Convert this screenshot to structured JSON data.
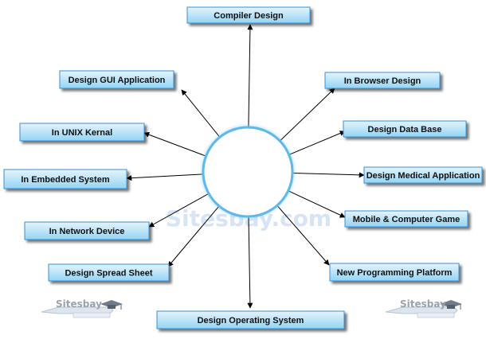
{
  "diagram": {
    "center_shape": "circle",
    "colors": {
      "box_fill_top": "#e4f4fc",
      "box_fill_bottom": "#94d4f4",
      "box_border": "#3a8fd8",
      "circle_stroke": "#5fb8ea",
      "edge": "#000000"
    },
    "nodes": [
      {
        "id": "compiler",
        "label": "Compiler Design"
      },
      {
        "id": "browser",
        "label": "In Browser Design"
      },
      {
        "id": "database",
        "label": "Design Data Base"
      },
      {
        "id": "medical",
        "label": "Design Medical Application"
      },
      {
        "id": "game",
        "label": "Mobile & Computer Game"
      },
      {
        "id": "platform",
        "label": "New Programming Platform"
      },
      {
        "id": "os",
        "label": "Design Operating System"
      },
      {
        "id": "spreadsheet",
        "label": "Design Spread Sheet"
      },
      {
        "id": "network",
        "label": "In Network Device"
      },
      {
        "id": "embedded",
        "label": "In Embedded System"
      },
      {
        "id": "unix",
        "label": "In UNIX Kernal"
      },
      {
        "id": "gui",
        "label": "Design GUI Application"
      }
    ]
  },
  "watermark": {
    "text": "Sitesbay.com"
  },
  "logos": [
    {
      "text": "Sitesbay",
      "icon": "graduation-cap-icon"
    },
    {
      "text": "Sitesbay",
      "icon": "graduation-cap-icon"
    }
  ]
}
